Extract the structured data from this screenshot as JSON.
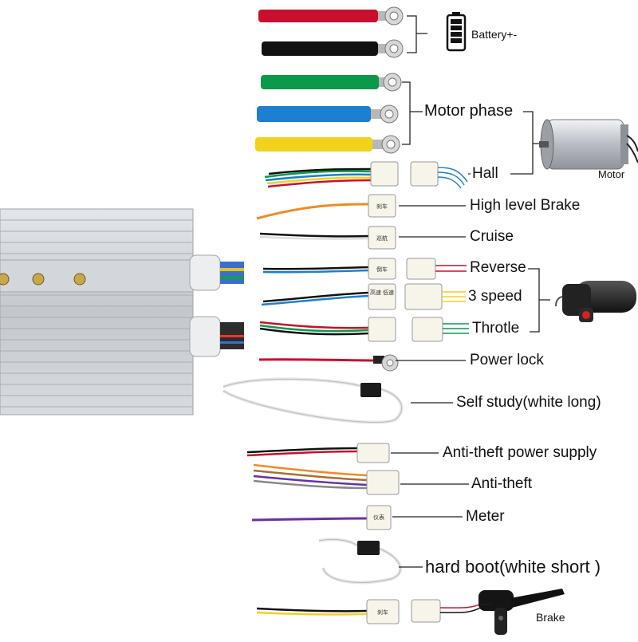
{
  "labels": {
    "battery": "Battery+-",
    "motor_phase": "Motor phase",
    "motor": "Motor",
    "hall": "Hall",
    "high_level_brake": "High level Brake",
    "cruise": "Cruise",
    "reverse": "Reverse",
    "three_speed": "3 speed",
    "throttle": "Throtle",
    "power_lock": "Power lock",
    "self_study": "Self study(white long)",
    "anti_theft_power": "Anti-theft power supply",
    "anti_theft": "Anti-theft",
    "meter": "Meter",
    "hard_boot": "hard boot(white short )",
    "brake": "Brake"
  },
  "connector_tags": {
    "high_brake": "刹车",
    "cruise": "巡航",
    "reverse": "倒车",
    "three_speed": "高速 低速",
    "meter": "仪表",
    "brake": "刹车"
  },
  "colors": {
    "red_wire": "#c8102e",
    "black_wire": "#111111",
    "green_wire": "#0a9a4a",
    "blue_wire": "#1c7fd0",
    "yellow_wire": "#f2d21a",
    "orange_wire": "#f08a24",
    "purple_wire": "#6a2fa8",
    "controller": "#c9cdd2"
  }
}
